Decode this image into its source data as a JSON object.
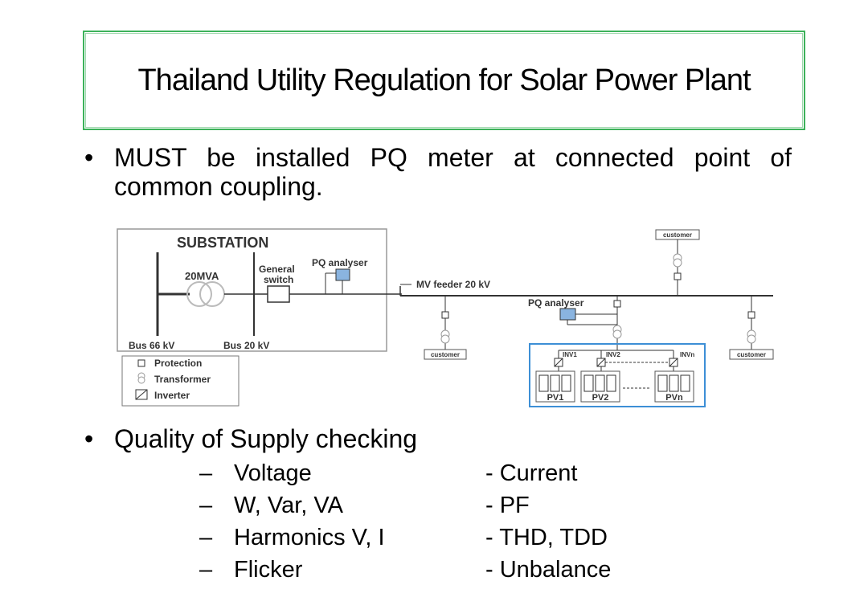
{
  "title": "Thailand Utility Regulation for Solar Power Plant",
  "bullets": {
    "b1_line1": "MUST be installed PQ meter at connected point of",
    "b1_line2": "common coupling.",
    "b2": "Quality of Supply checking"
  },
  "checks_left": [
    "Voltage",
    "W, Var, VA",
    "Harmonics V, I",
    "Flicker"
  ],
  "checks_right": [
    "- Current",
    "- PF",
    "- THD, TDD",
    "- Unbalance"
  ],
  "diagram": {
    "substation": "SUBSTATION",
    "transformer_rating": "20MVA",
    "general_switch": "General switch",
    "pq_analyser": "PQ analyser",
    "pq_analyser_2": "PQ analyser",
    "mv_feeder": "MV feeder 20 kV",
    "bus66": "Bus 66 kV",
    "bus20": "Bus 20 kV",
    "customer": "customer",
    "legend": [
      "Protection",
      "Transformer",
      "Inverter"
    ],
    "inverters": [
      "INV1",
      "INV2",
      "INVn"
    ],
    "pv": [
      "PV1",
      "PV2",
      "PVn"
    ]
  },
  "colors": {
    "title_border": "#3cb25a",
    "pv_box": "#3d8fd6",
    "meter": "#8ab4e0"
  }
}
